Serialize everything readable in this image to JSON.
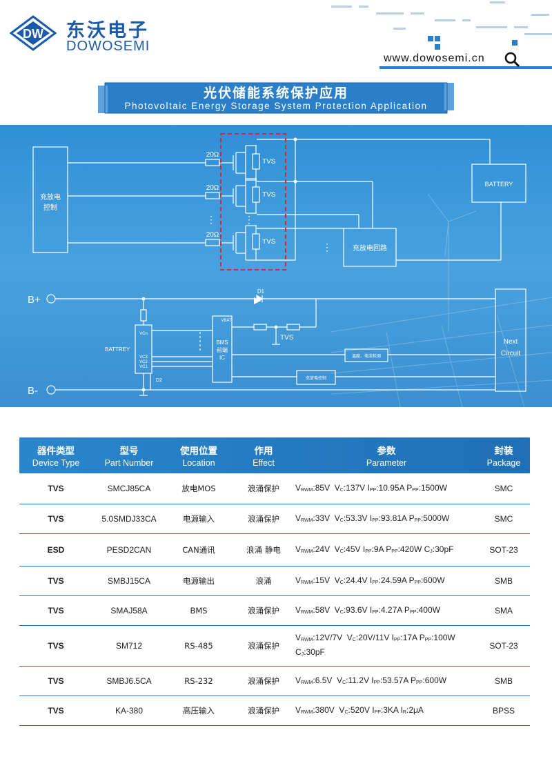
{
  "header": {
    "brand_cn": "东沃电子",
    "brand_en": "DOWOSEMI",
    "url": "www.dowosemi.cn",
    "logo_icon": "dw-logo-icon",
    "search_icon": "search-icon",
    "brand_color": "#1a5aa8"
  },
  "banner": {
    "title_cn": "光伏储能系统保护应用",
    "title_en": "Photovoltaic Energy Storage System Protection Application",
    "color": "#2a7fc8"
  },
  "diagram": {
    "top": {
      "control_label_1": "充放电",
      "control_label_2": "控制",
      "resistor_1": "20Ω",
      "resistor_2": "20Ω",
      "resistor_3": "20Ω",
      "tvs_1": "TVS",
      "tvs_2": "TVS",
      "tvs_3": "TVS",
      "battery": "BATTERY",
      "loop": "充放电回路",
      "ellipsis_v": "⋮"
    },
    "bottom": {
      "b_plus": "B+",
      "b_minus": "B-",
      "d1": "D1",
      "d2": "D2",
      "battrey": "BATTREY",
      "vcn": "VCn",
      "vc3": "VC3",
      "vc2": "VC2",
      "vc1": "VC1",
      "vbat": "VBAT",
      "bms_1": "BMS",
      "bms_2": "前端",
      "bms_3": "IC",
      "tvs": "TVS",
      "temp": "温度、电流检测",
      "charge_ctrl": "充放电控制",
      "next_1": "Next",
      "next_2": "Circuit"
    }
  },
  "table": {
    "headers": [
      {
        "cn": "器件类型",
        "en": "Device Type"
      },
      {
        "cn": "型号",
        "en": "Part Number"
      },
      {
        "cn": "使用位置",
        "en": "Location"
      },
      {
        "cn": "作用",
        "en": "Effect"
      },
      {
        "cn": "参数",
        "en": "Parameter"
      },
      {
        "cn": "封装",
        "en": "Package"
      }
    ],
    "rows": [
      {
        "type": "TVS",
        "part": "SMCJ85CA",
        "loc": "放电MOS",
        "effect": "浪涌保护",
        "p": [
          [
            "V",
            "RWM",
            ":85V  "
          ],
          [
            "V",
            "C",
            ":137V "
          ],
          [
            "I",
            "PP",
            ":10.95A "
          ],
          [
            "P",
            "PP",
            ":1500W"
          ]
        ],
        "p2": [],
        "pkg": "SMC"
      },
      {
        "type": "TVS",
        "part": "5.0SMDJ33CA",
        "loc": "电源输入",
        "effect": "浪涌保护",
        "p": [
          [
            "V",
            "RWM",
            ":33V  "
          ],
          [
            "V",
            "C",
            ":53.3V "
          ],
          [
            "I",
            "PP",
            ":93.81A "
          ],
          [
            "P",
            "PP",
            ":5000W"
          ]
        ],
        "p2": [],
        "pkg": "SMC"
      },
      {
        "type": "ESD",
        "part": "PESD2CAN",
        "loc": "CAN通讯",
        "effect": "浪涌 静电",
        "p": [
          [
            "V",
            "RWM",
            ":24V  "
          ],
          [
            "V",
            "C",
            ":45V "
          ],
          [
            "I",
            "PP",
            ":9A "
          ],
          [
            "P",
            "PP",
            ":420W "
          ],
          [
            "C",
            "J",
            ":30pF"
          ]
        ],
        "p2": [],
        "pkg": "SOT-23"
      },
      {
        "type": "TVS",
        "part": "SMBJ15CA",
        "loc": "电源输出",
        "effect": "浪涌",
        "p": [
          [
            "V",
            "RWM",
            ":15V  "
          ],
          [
            "V",
            "C",
            ":24.4V "
          ],
          [
            "I",
            "PP",
            ":24.59A "
          ],
          [
            "P",
            "PP",
            ":600W"
          ]
        ],
        "p2": [],
        "pkg": "SMB"
      },
      {
        "type": "TVS",
        "part": "SMAJ58A",
        "loc": "BMS",
        "effect": "浪涌保护",
        "p": [
          [
            "V",
            "RWM",
            ":58V  "
          ],
          [
            "V",
            "C",
            ":93.6V "
          ],
          [
            "I",
            "PP",
            ":4.27A "
          ],
          [
            "P",
            "PP",
            ":400W"
          ]
        ],
        "p2": [],
        "pkg": "SMA"
      },
      {
        "type": "TVS",
        "part": "SM712",
        "loc": "RS-485",
        "effect": "浪涌保护",
        "p": [
          [
            "V",
            "RWM",
            ":12V/7V  "
          ],
          [
            "V",
            "C",
            ":20V/11V "
          ],
          [
            "I",
            "PP",
            ":17A "
          ],
          [
            "P",
            "PP",
            ":100W"
          ]
        ],
        "p2": [
          [
            "C",
            "J",
            ":30pF"
          ]
        ],
        "pkg": "SOT-23"
      },
      {
        "type": "TVS",
        "part": "SMBJ6.5CA",
        "loc": "RS-232",
        "effect": "浪涌保护",
        "p": [
          [
            "V",
            "RWM",
            ":6.5V  "
          ],
          [
            "V",
            "C",
            ":11.2V "
          ],
          [
            "I",
            "PP",
            ":53.57A "
          ],
          [
            "P",
            "PP",
            ":600W"
          ]
        ],
        "p2": [],
        "pkg": "SMB"
      },
      {
        "type": "TVS",
        "part": "KA-380",
        "loc": "高压输入",
        "effect": "浪涌保护",
        "p": [
          [
            "V",
            "RWM",
            ":380V  "
          ],
          [
            "V",
            "C",
            ":520V "
          ],
          [
            "I",
            "PP",
            ":3KA "
          ],
          [
            "I",
            "R",
            ":2μA"
          ]
        ],
        "p2": [],
        "pkg": "BPSS"
      }
    ]
  }
}
